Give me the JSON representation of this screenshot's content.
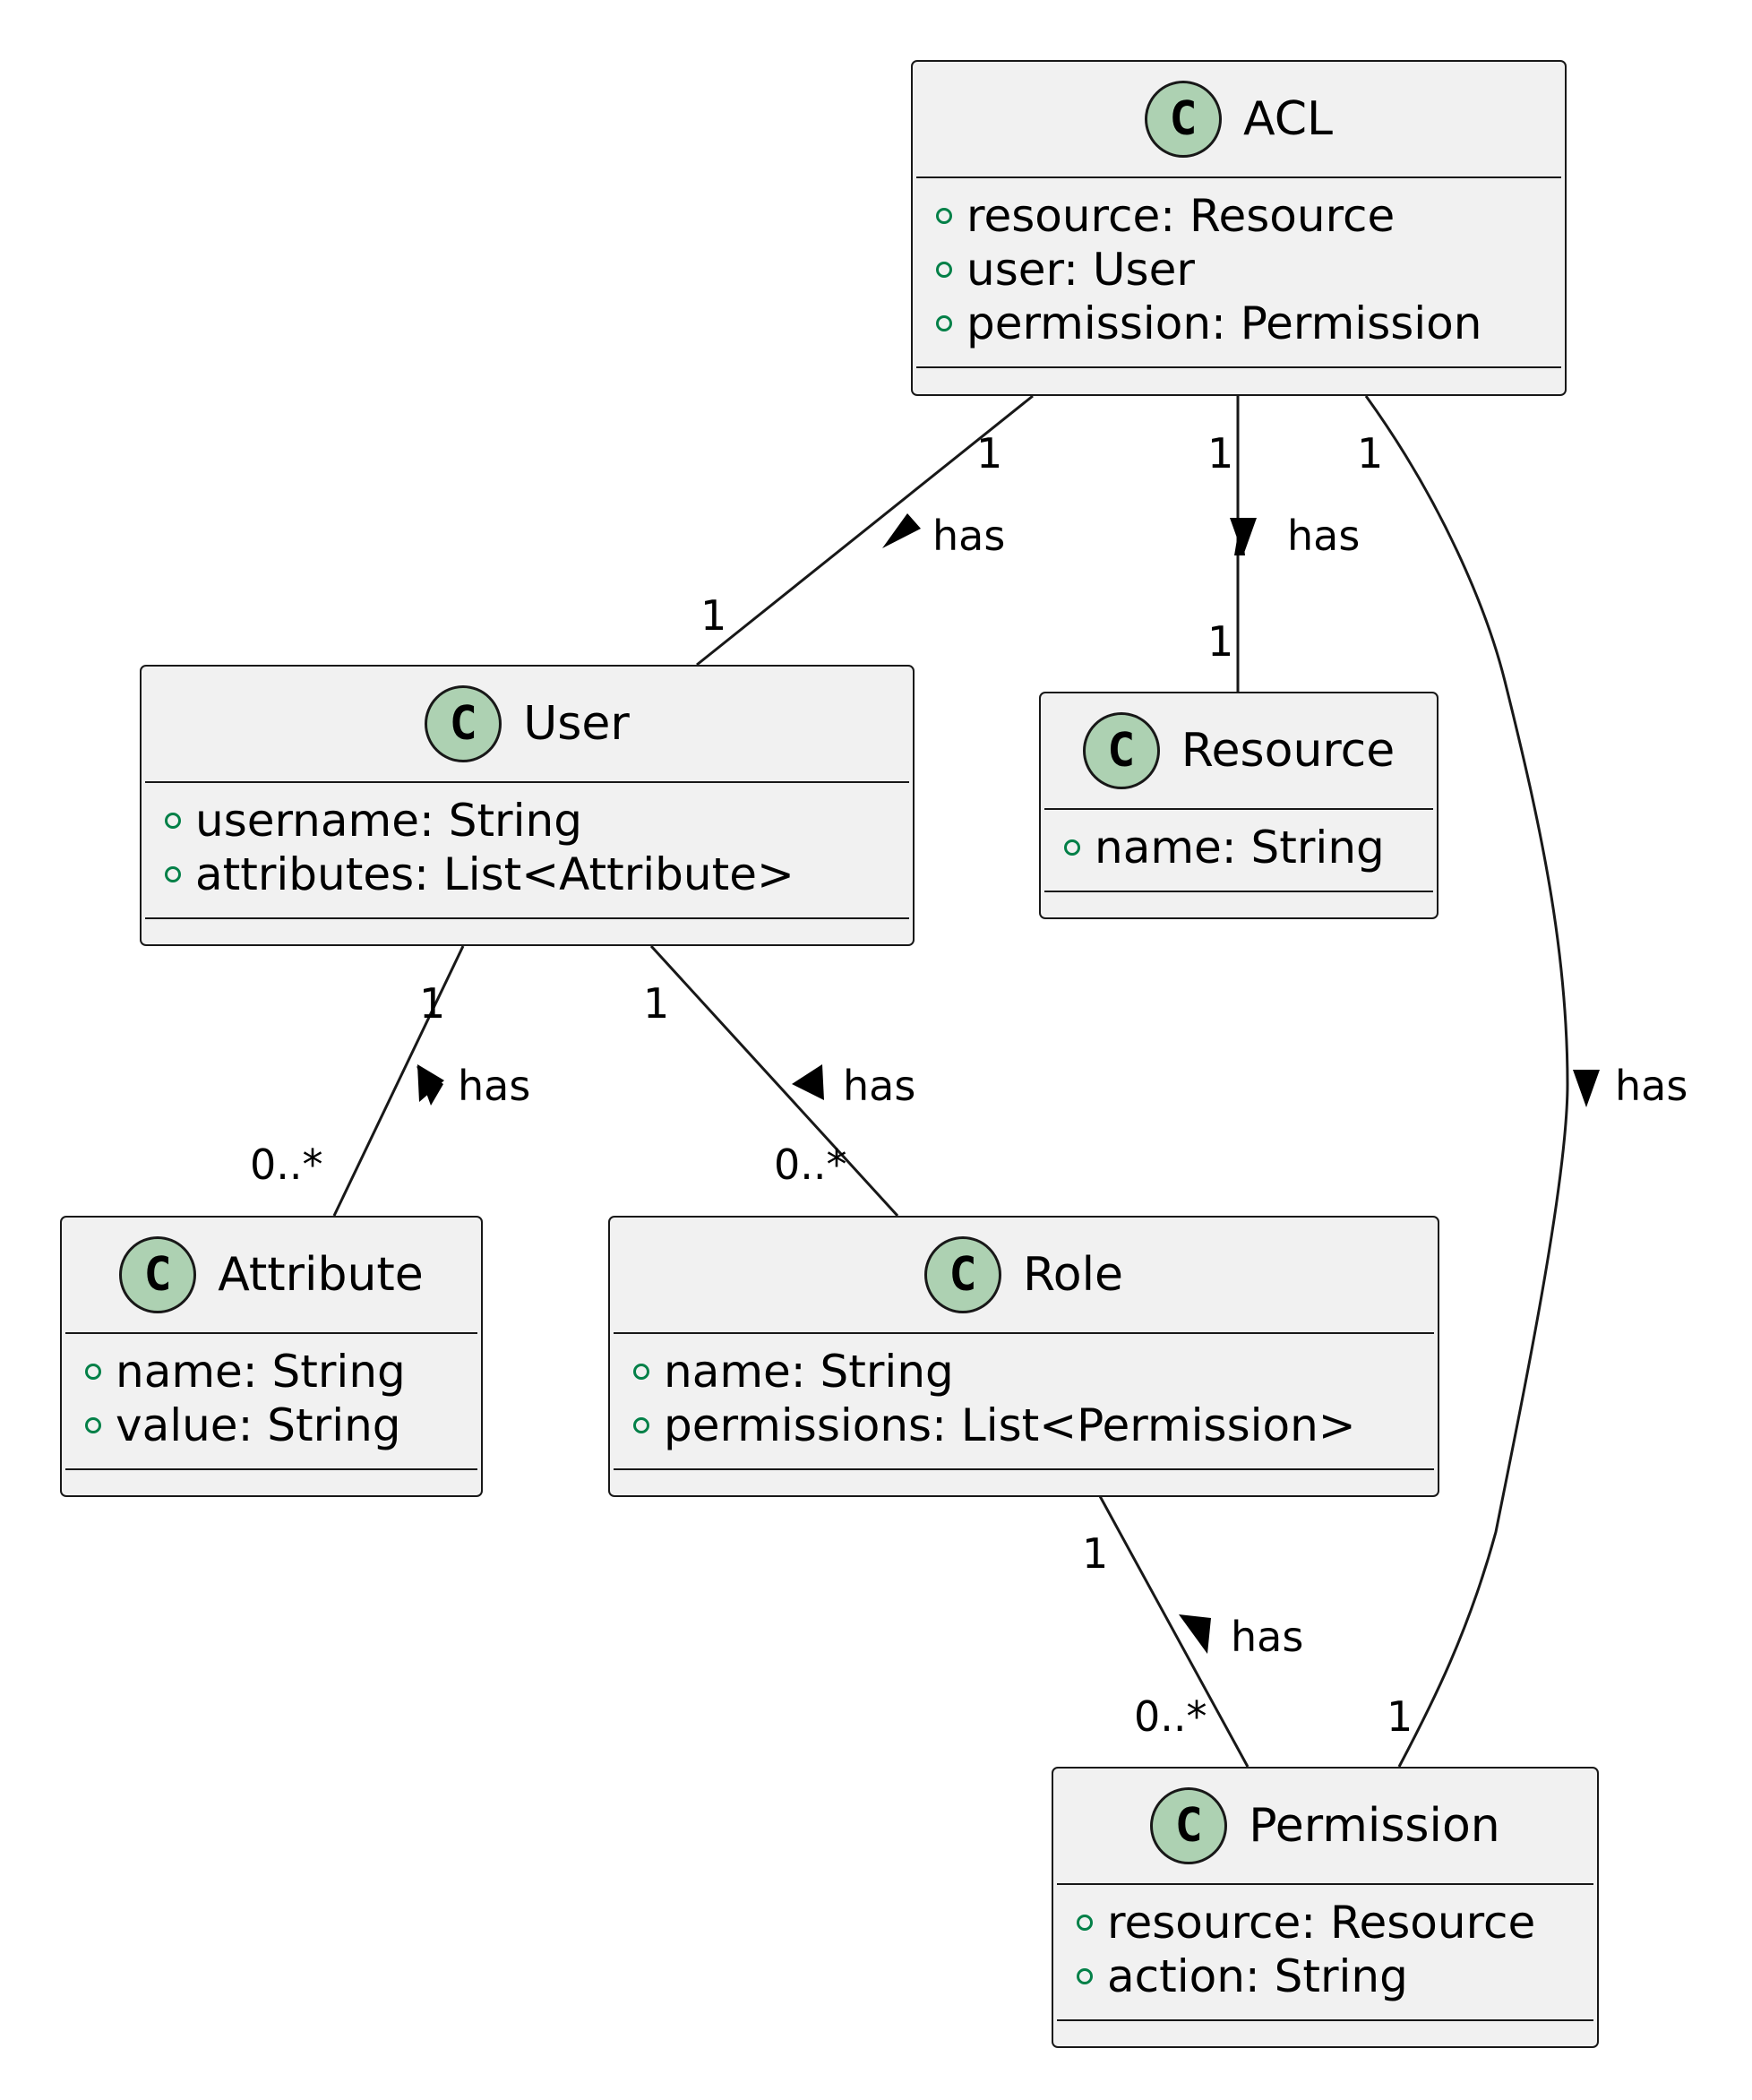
{
  "classes": {
    "acl": {
      "name": "ACL",
      "stereotype": "C",
      "attributes": [
        "resource: Resource",
        "user: User",
        "permission: Permission"
      ]
    },
    "user": {
      "name": "User",
      "stereotype": "C",
      "attributes": [
        "username: String",
        "attributes: List<Attribute>"
      ]
    },
    "resource": {
      "name": "Resource",
      "stereotype": "C",
      "attributes": [
        "name: String"
      ]
    },
    "attribute": {
      "name": "Attribute",
      "stereotype": "C",
      "attributes": [
        "name: String",
        "value: String"
      ]
    },
    "role": {
      "name": "Role",
      "stereotype": "C",
      "attributes": [
        "name: String",
        "permissions: List<Permission>"
      ]
    },
    "permission": {
      "name": "Permission",
      "stereotype": "C",
      "attributes": [
        "resource: Resource",
        "action: String"
      ]
    }
  },
  "relations": [
    {
      "from": "ACL",
      "to": "User",
      "label": "has",
      "from_mult": "1",
      "to_mult": "1"
    },
    {
      "from": "ACL",
      "to": "Resource",
      "label": "has",
      "from_mult": "1",
      "to_mult": "1"
    },
    {
      "from": "ACL",
      "to": "Permission",
      "label": "has",
      "from_mult": "1",
      "to_mult": "1"
    },
    {
      "from": "User",
      "to": "Attribute",
      "label": "has",
      "from_mult": "1",
      "to_mult": "0..*"
    },
    {
      "from": "User",
      "to": "Role",
      "label": "has",
      "from_mult": "1",
      "to_mult": "0..*"
    },
    {
      "from": "Role",
      "to": "Permission",
      "label": "has",
      "from_mult": "1",
      "to_mult": "0..*"
    }
  ],
  "colors": {
    "box_fill": "#f1f1f1",
    "border": "#181818",
    "stereotype_fill": "#add1b2",
    "visibility": "#038048"
  }
}
